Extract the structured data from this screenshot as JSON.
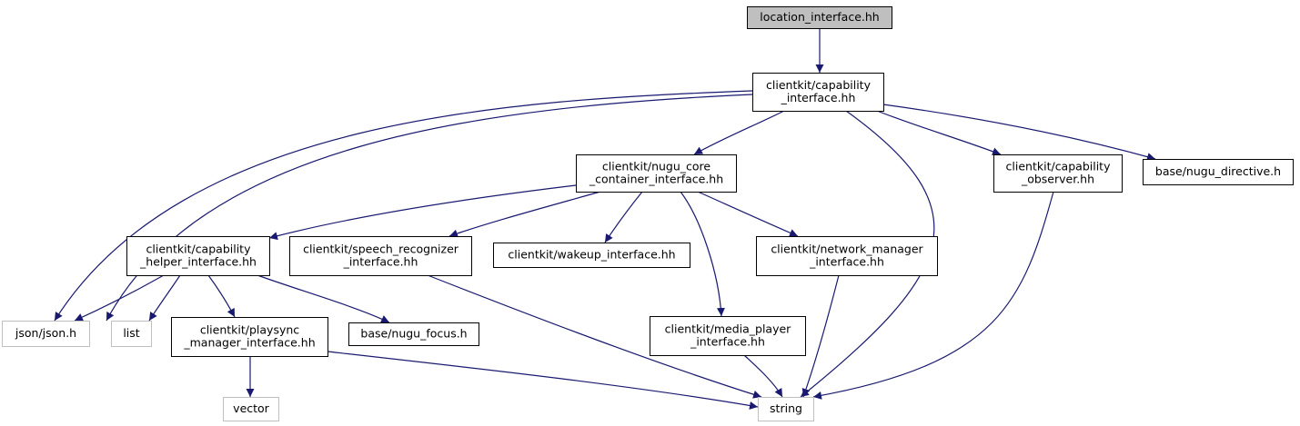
{
  "diagram": {
    "colors": {
      "edge": "#191970",
      "border": "#000000",
      "external_border": "#bfbfbf",
      "root_fill": "#bfbfbf",
      "fill": "#ffffff",
      "external_text": "#404040"
    },
    "nodes": [
      {
        "id": "location_interface",
        "lines": [
          "location_interface.hh"
        ],
        "kind": "root"
      },
      {
        "id": "capability_interface",
        "lines": [
          "clientkit/capability",
          "_interface.hh"
        ],
        "kind": "header"
      },
      {
        "id": "nugu_core_container",
        "lines": [
          "clientkit/nugu_core",
          "_container_interface.hh"
        ],
        "kind": "header"
      },
      {
        "id": "capability_observer",
        "lines": [
          "clientkit/capability",
          "_observer.hh"
        ],
        "kind": "header"
      },
      {
        "id": "nugu_directive",
        "lines": [
          "base/nugu_directive.h"
        ],
        "kind": "header"
      },
      {
        "id": "capability_helper",
        "lines": [
          "clientkit/capability",
          "_helper_interface.hh"
        ],
        "kind": "header"
      },
      {
        "id": "speech_recognizer",
        "lines": [
          "clientkit/speech_recognizer",
          "_interface.hh"
        ],
        "kind": "header"
      },
      {
        "id": "wakeup_interface",
        "lines": [
          "clientkit/wakeup_interface.hh"
        ],
        "kind": "header"
      },
      {
        "id": "network_manager",
        "lines": [
          "clientkit/network_manager",
          "_interface.hh"
        ],
        "kind": "header"
      },
      {
        "id": "json",
        "lines": [
          "json/json.h"
        ],
        "kind": "external"
      },
      {
        "id": "list",
        "lines": [
          "list"
        ],
        "kind": "external"
      },
      {
        "id": "playsync_manager",
        "lines": [
          "clientkit/playsync",
          "_manager_interface.hh"
        ],
        "kind": "header"
      },
      {
        "id": "nugu_focus",
        "lines": [
          "base/nugu_focus.h"
        ],
        "kind": "header"
      },
      {
        "id": "media_player",
        "lines": [
          "clientkit/media_player",
          "_interface.hh"
        ],
        "kind": "header"
      },
      {
        "id": "vector",
        "lines": [
          "vector"
        ],
        "kind": "external"
      },
      {
        "id": "string",
        "lines": [
          "string"
        ],
        "kind": "external"
      }
    ],
    "edges": [
      [
        "location_interface",
        "capability_interface"
      ],
      [
        "capability_interface",
        "json"
      ],
      [
        "capability_interface",
        "list"
      ],
      [
        "capability_interface",
        "nugu_core_container"
      ],
      [
        "capability_interface",
        "string"
      ],
      [
        "capability_interface",
        "capability_observer"
      ],
      [
        "capability_interface",
        "nugu_directive"
      ],
      [
        "nugu_core_container",
        "capability_helper"
      ],
      [
        "nugu_core_container",
        "speech_recognizer"
      ],
      [
        "nugu_core_container",
        "wakeup_interface"
      ],
      [
        "nugu_core_container",
        "media_player"
      ],
      [
        "nugu_core_container",
        "network_manager"
      ],
      [
        "capability_observer",
        "string"
      ],
      [
        "capability_helper",
        "json"
      ],
      [
        "capability_helper",
        "list"
      ],
      [
        "capability_helper",
        "playsync_manager"
      ],
      [
        "capability_helper",
        "nugu_focus"
      ],
      [
        "speech_recognizer",
        "string"
      ],
      [
        "network_manager",
        "string"
      ],
      [
        "playsync_manager",
        "vector"
      ],
      [
        "playsync_manager",
        "string"
      ],
      [
        "media_player",
        "string"
      ]
    ]
  }
}
